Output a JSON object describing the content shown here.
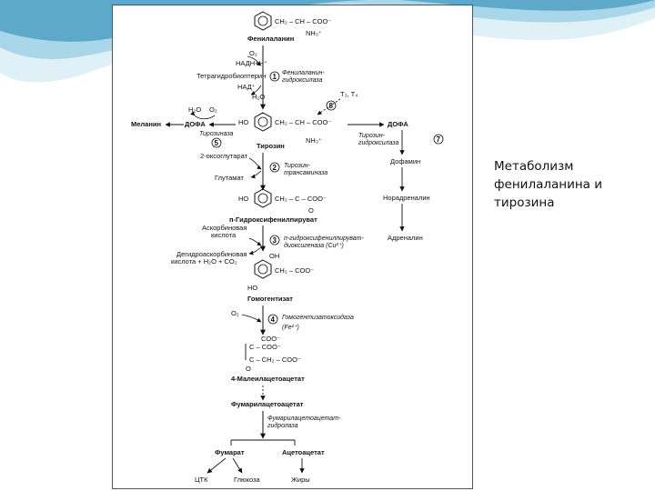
{
  "slide": {
    "caption_lines": [
      "Метаболизм",
      "фенилаланина и",
      "тирозина"
    ]
  },
  "colors": {
    "background": "#ffffff",
    "wave_light": "#dff1f7",
    "wave_mid": "#a9d6e8",
    "wave_dark": "#5ea9c9",
    "ink": "#111111"
  },
  "scheme": {
    "phenylalanine": {
      "group": "CH₂ – CH – COO⁻",
      "amino": "NH₃⁺",
      "name": "Фенилаланин"
    },
    "step1": {
      "number": "1",
      "o2": "O₂",
      "nadh": "НАДН+Н⁺",
      "thbp": "Тетрагидробиоптерин",
      "nad": "НАД⁺",
      "h2o": "H₂O",
      "enzyme_line1": "Фенилаланин-",
      "enzyme_line2": "гидроксилаза"
    },
    "thyroid": {
      "label": "T₃, T₄",
      "number": "8"
    },
    "tyrosine": {
      "ho": "HO",
      "group": "CH₂ – CH – COO⁻",
      "amino": "NH₃⁺",
      "name": "Тирозин"
    },
    "step5": {
      "number": "5",
      "h2o": "H₂O",
      "o2": "O₂",
      "melanin": "Меланин",
      "dopa": "ДОФА",
      "enzyme": "Тирозиназа"
    },
    "catecholamines": {
      "number": "7",
      "dopa": "ДОФА",
      "enzyme_line1": "Тирозин-",
      "enzyme_line2": "гидроксилаза",
      "dopamine": "Дофамин",
      "noradrenaline": "Норадреналин",
      "adrenaline": "Адреналин"
    },
    "step2": {
      "number": "2",
      "oxoglutarate": "2-оксоглутарат",
      "glutamate": "Глутамат",
      "enzyme_line1": "Тирозин-",
      "enzyme_line2": "трансаминаза"
    },
    "hppyruvate": {
      "ho": "HO",
      "group": "CH₂ – C – COO⁻",
      "oxo": "O",
      "name": "п-Гидроксифенилпируват"
    },
    "step3": {
      "number": "3",
      "ascorbate_line1": "Аскорбиновая",
      "ascorbate_line2": "кислота",
      "dehydro_line1": "Дегидроаскорбиновая",
      "dehydro_line2": "кислота + H₂O + CO₂",
      "enzyme_line1": "п-гидроксифенилпируват-",
      "enzyme_line2": "диоксигеназа (Cu²⁺)"
    },
    "homogentisate": {
      "oh": "OH",
      "ho": "HO",
      "group": "CH₂ – COO⁻",
      "name": "Гомогентизат"
    },
    "step4": {
      "number": "4",
      "o2": "O₂",
      "enzyme_line1": "Гомогентизатоксидаза",
      "enzyme_line2": "(Fe²⁺)"
    },
    "maleylacetoacetate": {
      "coo": "COO⁻",
      "top_group": "C – COO⁻",
      "low_group": "C – CH₂ – COO⁻",
      "oxo": "O",
      "name": "4-Малеилацетоацетат"
    },
    "fumarylacetoacetate": {
      "name": "Фумарилацетоацетат"
    },
    "step6": {
      "enzyme_line1": "Фумарилацетоацетат-",
      "enzyme_line2": "гидролаза"
    },
    "products": {
      "fumarate": "Фумарат",
      "acetoacetate": "Ацетоацетат",
      "tca": "ЦТК",
      "glucose": "Глюкоза",
      "fats": "Жиры"
    }
  }
}
